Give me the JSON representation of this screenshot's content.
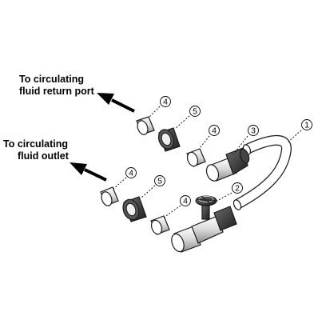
{
  "labels": {
    "return_port": [
      "To circulating",
      "fluid return port"
    ],
    "outlet": [
      "To circulating",
      "fluid outlet"
    ]
  },
  "callouts": {
    "hose": "1",
    "valve": "2",
    "elbow": "3",
    "nipple_upper": "4",
    "union_upper": "5",
    "nipple_mid": "4",
    "nipple_lower_left": "4",
    "union_lower": "5",
    "nipple_lower_right": "4"
  }
}
